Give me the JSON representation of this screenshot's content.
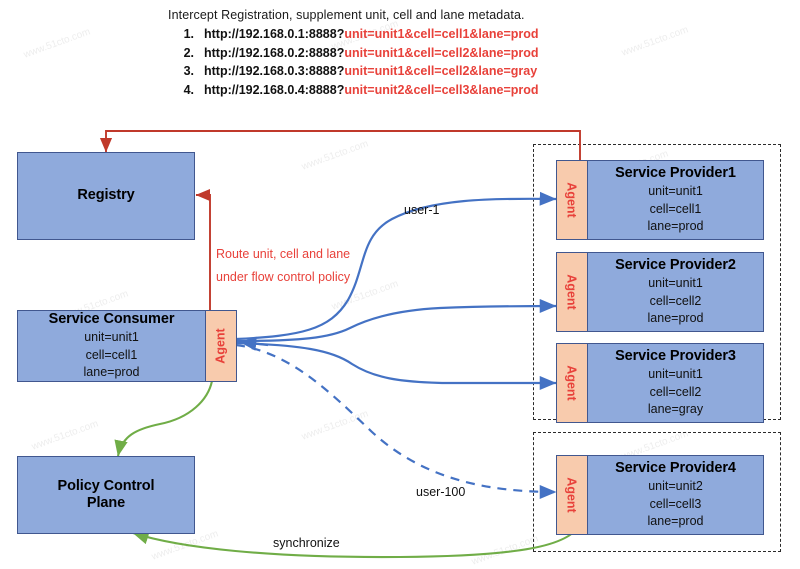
{
  "header": {
    "title": "Intercept Registration, supplement unit, cell and lane metadata.",
    "urls": [
      {
        "num": "1.",
        "base": "http://192.168.0.1:8888?",
        "query": "unit=unit1&cell=cell1&lane=prod"
      },
      {
        "num": "2.",
        "base": "http://192.168.0.2:8888?",
        "query": "unit=unit1&cell=cell2&lane=prod"
      },
      {
        "num": "3.",
        "base": "http://192.168.0.3:8888?",
        "query": "unit=unit1&cell=cell2&lane=gray"
      },
      {
        "num": "4.",
        "base": "http://192.168.0.4:8888?",
        "query": "unit=unit2&cell=cell3&lane=prod"
      }
    ]
  },
  "nodes": {
    "registry": {
      "title": "Registry"
    },
    "consumer": {
      "title": "Service Consumer",
      "agent_label": "Agent",
      "meta": [
        "unit=unit1",
        "cell=cell1",
        "lane=prod"
      ]
    },
    "policy_plane": {
      "title": "Policy Control\nPlane"
    },
    "providers": [
      {
        "title": "Service Provider1",
        "agent_label": "Agent",
        "meta": [
          "unit=unit1",
          "cell=cell1",
          "lane=prod"
        ]
      },
      {
        "title": "Service Provider2",
        "agent_label": "Agent",
        "meta": [
          "unit=unit1",
          "cell=cell2",
          "lane=prod"
        ]
      },
      {
        "title": "Service Provider3",
        "agent_label": "Agent",
        "meta": [
          "unit=unit1",
          "cell=cell2",
          "lane=gray"
        ]
      },
      {
        "title": "Service Provider4",
        "agent_label": "Agent",
        "meta": [
          "unit=unit2",
          "cell=cell3",
          "lane=prod"
        ]
      }
    ]
  },
  "annotations": {
    "route_policy_line1": "Route unit, cell and lane",
    "route_policy_line2": "under flow control policy",
    "user_1": "user-1",
    "user_100": "user-100",
    "synchronize": "synchronize"
  },
  "colors": {
    "node_fill": "#8faadc",
    "node_border": "#41578f",
    "agent_fill": "#f8cbad",
    "agent_text": "#e8413a",
    "red_edge": "#c0392b",
    "blue_edge": "#4472c4",
    "green_edge": "#70ad47",
    "query_text": "#e8413a"
  },
  "watermark": {
    "text": "www.51cto.com"
  }
}
